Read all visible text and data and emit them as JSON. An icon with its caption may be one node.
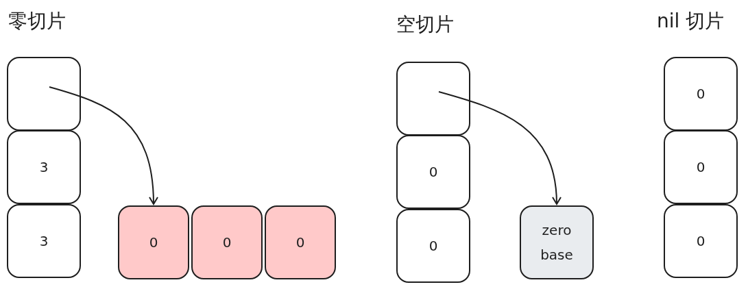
{
  "diagram": {
    "nodes": [
      {
        "text": [],
        "shape": "box"
      },
      {
        "text": [
          "3"
        ]
      },
      {
        "text": [
          "3"
        ]
      },
      {
        "text": [
          "0"
        ]
      },
      {
        "text": [
          "0"
        ]
      },
      {
        "text": [
          "0"
        ]
      },
      {
        "text": [],
        "shape": "box"
      },
      {
        "text": [
          "0"
        ]
      },
      {
        "text": [
          "0"
        ]
      },
      {
        "text": [
          "zero base"
        ]
      },
      {
        "text": [
          "0"
        ]
      },
      {
        "text": [
          "0"
        ]
      },
      {
        "text": [
          "0"
        ]
      }
    ],
    "edges": [
      {
        "from": 0,
        "to": 3,
        "arrow": "to"
      },
      {
        "from": 6,
        "to": 9,
        "arrow": "to"
      }
    ],
    "labels": [
      "零切片",
      "空切片",
      "nil 切片"
    ]
  }
}
